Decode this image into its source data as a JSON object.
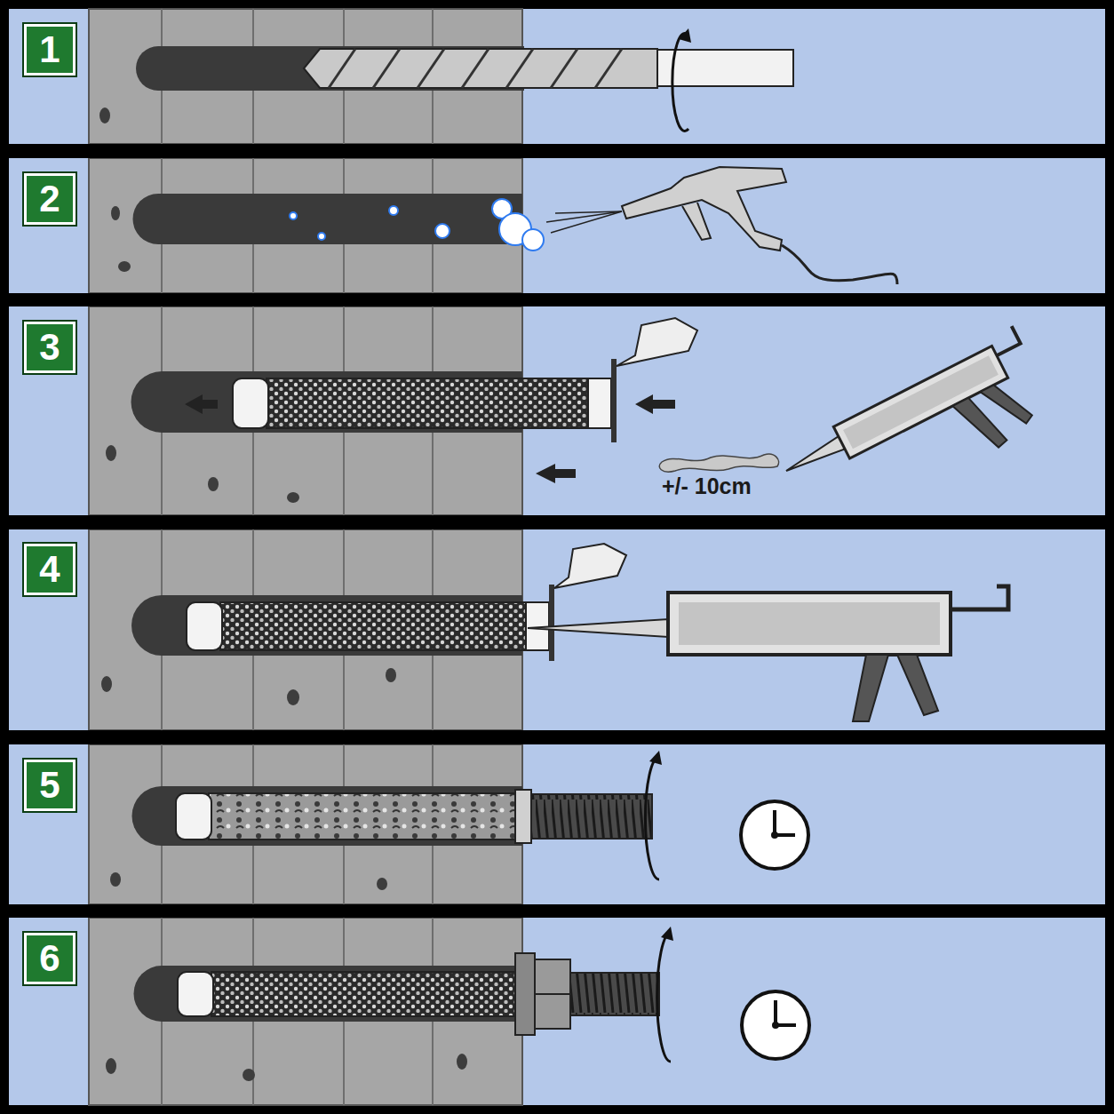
{
  "diagram": {
    "nodes": [
      {
        "text": [
          "1"
        ]
      },
      {
        "text": [
          "2"
        ]
      },
      {
        "text": [
          "3"
        ]
      },
      {
        "text": [
          "4"
        ]
      },
      {
        "text": [
          "5"
        ]
      },
      {
        "text": [
          "6"
        ]
      }
    ],
    "labels": [
      "+/- 10cm"
    ]
  }
}
